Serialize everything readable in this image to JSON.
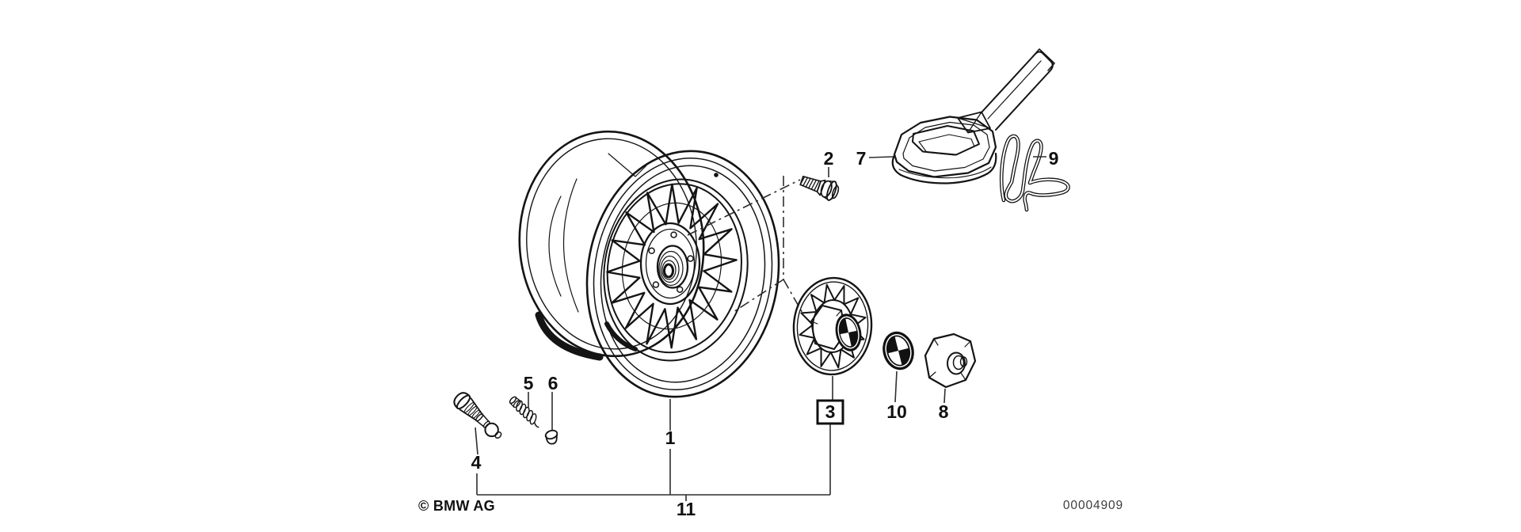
{
  "colors": {
    "background": "#ffffff",
    "ink": "#141414",
    "leader_lines": "#2e2e2e",
    "part_number_text": "#3d3d3d"
  },
  "diagram": {
    "copyright": "© BMW AG",
    "part_number": "00004909",
    "callouts": [
      {
        "label": "1",
        "boxed": false,
        "part": "alloy-wheel"
      },
      {
        "label": "2",
        "boxed": false,
        "part": "wheel-bolt"
      },
      {
        "label": "3",
        "boxed": true,
        "part": "hub-cap-cover"
      },
      {
        "label": "4",
        "boxed": false,
        "part": "tire-valve"
      },
      {
        "label": "5",
        "boxed": false,
        "part": "valve-insert"
      },
      {
        "label": "6",
        "boxed": false,
        "part": "valve-cap"
      },
      {
        "label": "7",
        "boxed": false,
        "part": "socket-wrench-tool"
      },
      {
        "label": "8",
        "boxed": false,
        "part": "cover-nut"
      },
      {
        "label": "9",
        "boxed": false,
        "part": "spring-clip"
      },
      {
        "label": "10",
        "boxed": false,
        "part": "bmw-emblem"
      },
      {
        "label": "11",
        "boxed": false,
        "part": "wheel-with-tire-assembly"
      }
    ]
  }
}
